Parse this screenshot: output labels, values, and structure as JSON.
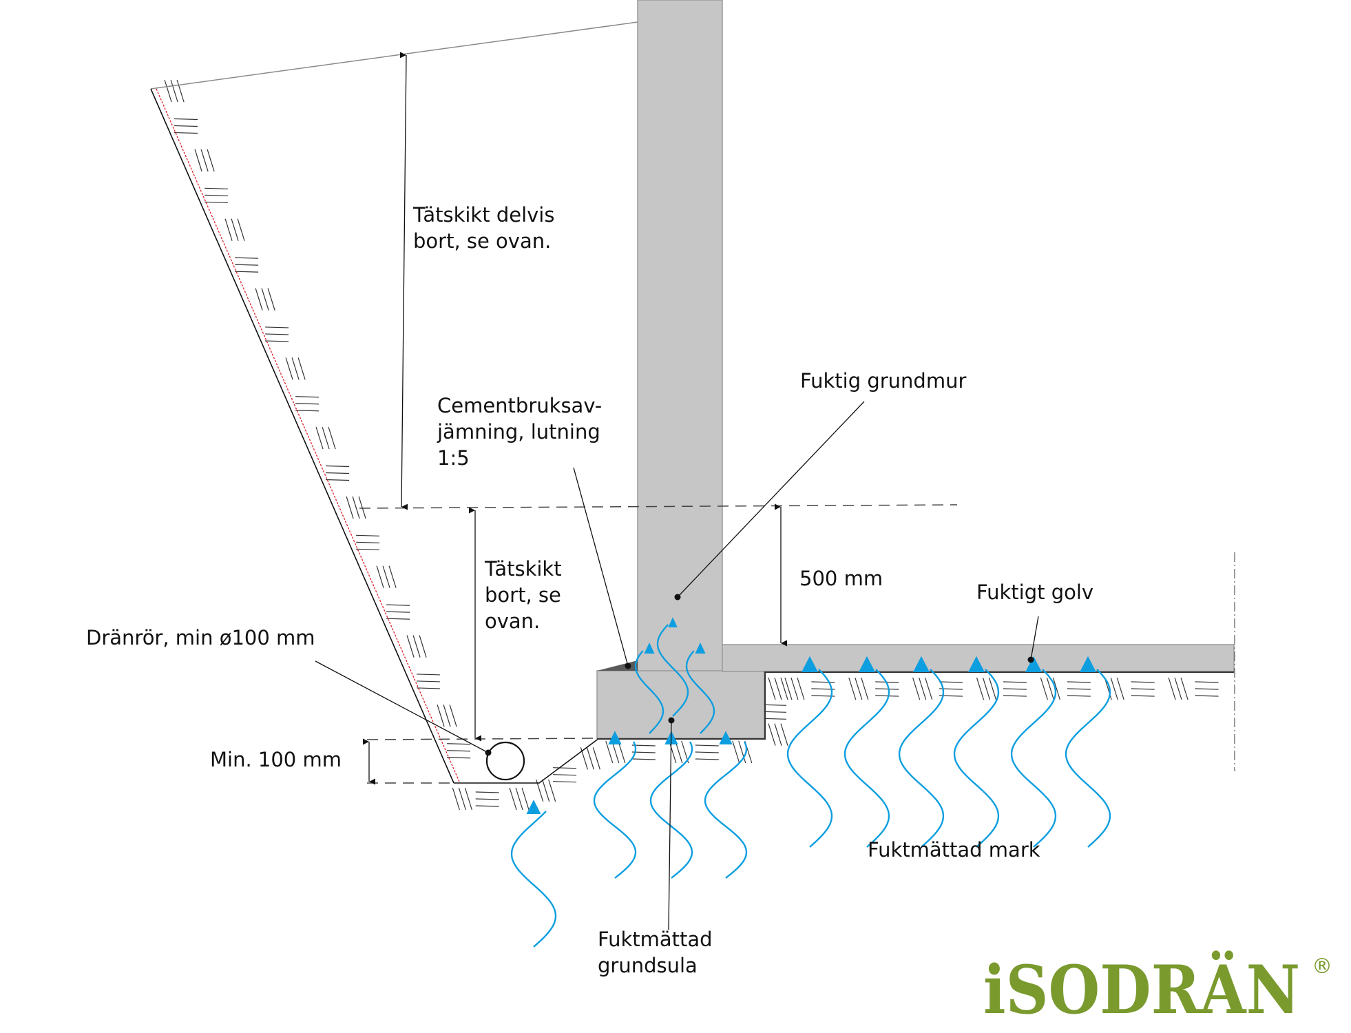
{
  "diagram": {
    "title": "Foundation moisture cross-section",
    "labels": {
      "membrane_partial": [
        "Tätskikt delvis",
        "bort, se ovan."
      ],
      "membrane_removed": [
        "Tätskikt",
        "bort, se",
        "ovan."
      ],
      "cement_leveling": [
        "Cementbruksav-",
        "jämning, lutning",
        "1:5"
      ],
      "damp_wall": "Fuktig grundmur",
      "dimension_500": "500 mm",
      "damp_floor": "Fuktigt golv",
      "drain_pipe": "Dränrör, min ø100 mm",
      "min_100": "Min. 100 mm",
      "saturated_ground": "Fuktmättad mark",
      "saturated_footing": [
        "Fuktmättad",
        "grundsula"
      ]
    },
    "moisture_arrows": {
      "floor_count": 6,
      "footing_count": 3,
      "wall_count": 3,
      "trench_count": 1
    },
    "colors": {
      "concrete": "#c6c6c6",
      "concrete_edge": "#9a9a9a",
      "moisture": "#0d9ee0",
      "membrane": "#e0202a",
      "leveling": "#5a5a5a",
      "line": "#111111",
      "logo": "#7a9a2e"
    }
  },
  "logo": {
    "text": "iSODRÄN",
    "registered": "®"
  }
}
